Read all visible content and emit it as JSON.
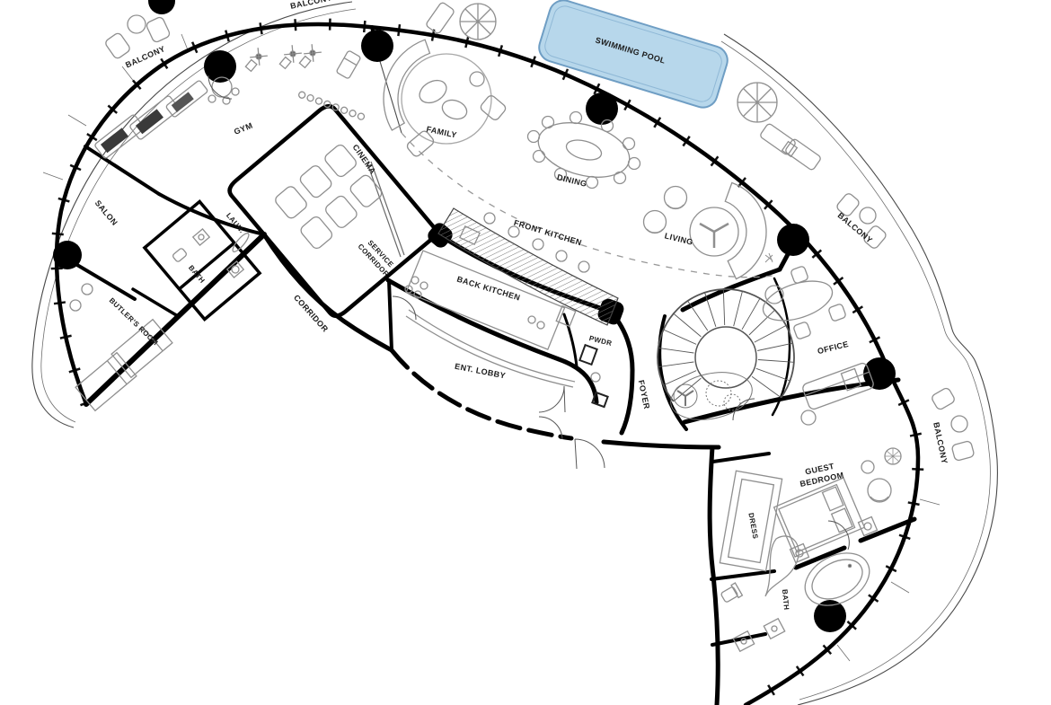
{
  "plan": {
    "labels": {
      "swimming_pool": "SWIMMING POOL",
      "balcony_top_left": "BALCONY",
      "balcony_top": "BALCONY",
      "balcony_right": "BALCONY",
      "balcony_lower_right": "BALCONY",
      "gym": "GYM",
      "salon": "SALON",
      "cinema": "CINEMA",
      "laundry": "LAUN.",
      "bath_service": "BATH",
      "butlers_room": "BUTLER'S ROOM",
      "service_corridor_line1": "SERVICE",
      "service_corridor_line2": "CORRIDOR",
      "corridor": "CORRIDOR",
      "family": "FAMILY",
      "dining": "DINING",
      "living": "LIVING",
      "front_kitchen": "FRONT KITCHEN",
      "back_kitchen": "BACK KITCHEN",
      "ent_lobby": "ENT. LOBBY",
      "pwdr": "PWDR",
      "foyer": "FOYER",
      "office": "OFFICE",
      "guest_bedroom_line1": "GUEST",
      "guest_bedroom_line2": "BEDROOM",
      "dress": "DRESS",
      "bath_guest": "BATH"
    },
    "colors": {
      "pool_fill": "#b7d7eb",
      "pool_border": "#6f9ec4",
      "wall": "#000000",
      "line": "#8f8f8f",
      "background": "#ffffff"
    }
  }
}
